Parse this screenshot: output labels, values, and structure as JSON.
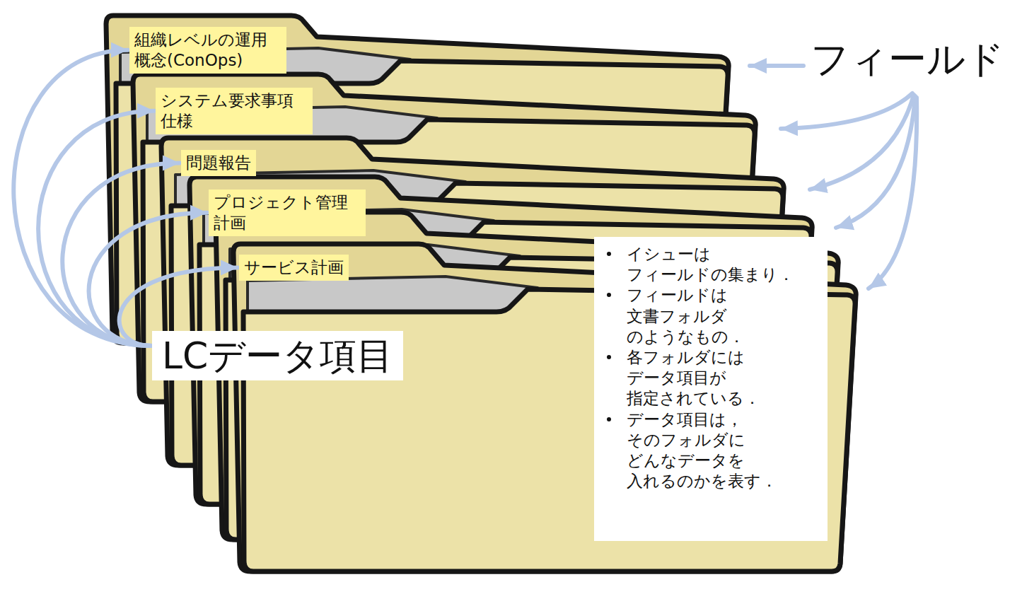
{
  "diagram": {
    "nodes": [
      {
        "text": [
          "組織レベルの運用 概念(ConOps)"
        ]
      },
      {
        "text": [
          "システム要求事項 仕様"
        ]
      },
      {
        "text": [
          "問題報告"
        ]
      },
      {
        "text": [
          "プロジェクト管理 計画"
        ]
      },
      {
        "text": [
          "サービス計画"
        ]
      },
      {
        "text": [
          "LCデータ項目"
        ]
      },
      {
        "text": [
          "イシューは フィールドの集まり．",
          "フィールドは 文書フォルダ のようなもの．",
          "各フォルダには データ項目が 指定されている．",
          "データ項目は， そのフォルダに どんなデータを 入れるのかを表す．"
        ]
      }
    ],
    "edges": [
      {
        "from": 5,
        "to": 0,
        "arrow": "to"
      },
      {
        "from": 5,
        "to": 1,
        "arrow": "to"
      },
      {
        "from": 5,
        "to": 2,
        "arrow": "to"
      },
      {
        "from": 5,
        "to": 3,
        "arrow": "to"
      },
      {
        "from": 5,
        "to": 4,
        "arrow": "to"
      }
    ],
    "labels": [
      "フィールド"
    ]
  }
}
